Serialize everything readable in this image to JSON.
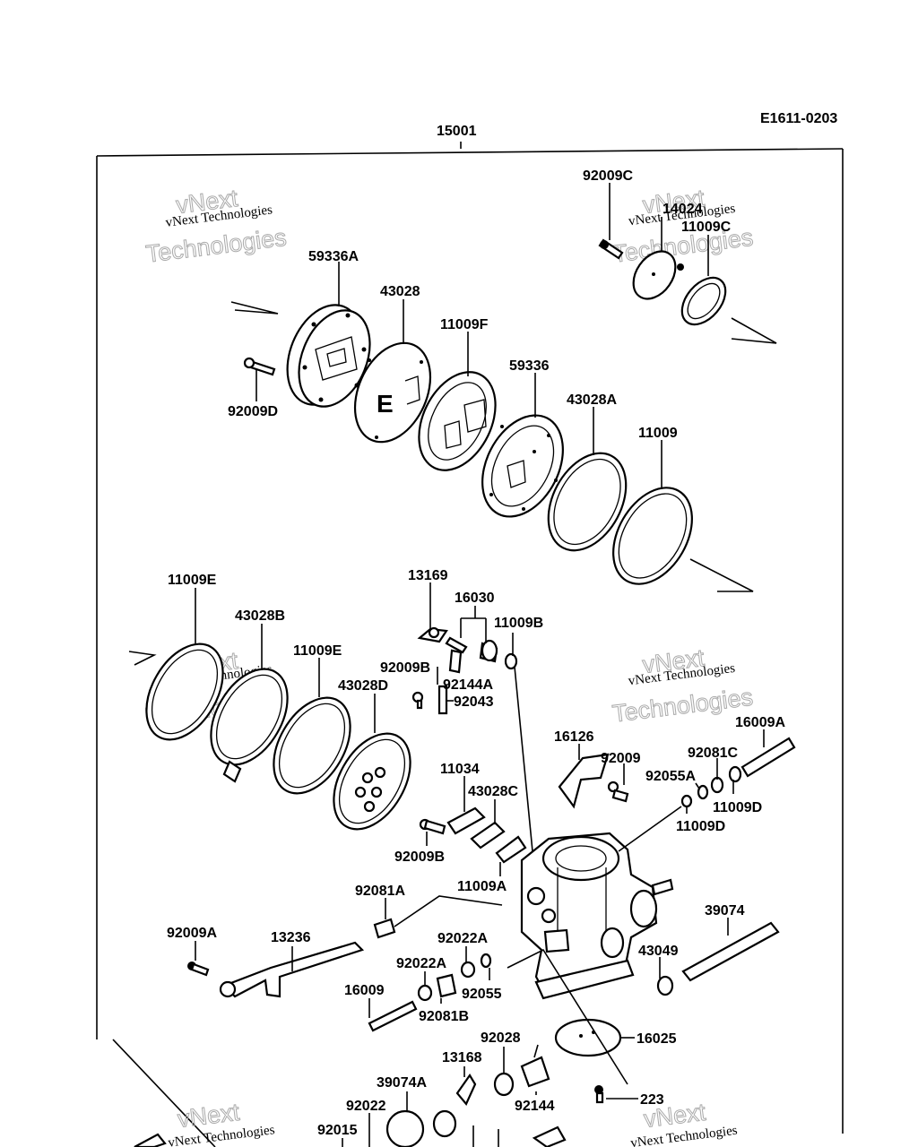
{
  "diagram": {
    "code": "E1611-0203",
    "assembly": "15001",
    "watermark": {
      "small": "vNext Technologies",
      "big_top": "vNext",
      "big_bottom": "Technologies"
    },
    "diaphragm_letter": "E",
    "parts": [
      {
        "id": "p-92009C",
        "text": "92009C"
      },
      {
        "id": "p-14024",
        "text": "14024"
      },
      {
        "id": "p-11009C",
        "text": "11009C"
      },
      {
        "id": "p-59336A",
        "text": "59336A"
      },
      {
        "id": "p-43028",
        "text": "43028"
      },
      {
        "id": "p-11009F",
        "text": "11009F"
      },
      {
        "id": "p-59336",
        "text": "59336"
      },
      {
        "id": "p-43028A",
        "text": "43028A"
      },
      {
        "id": "p-11009",
        "text": "11009"
      },
      {
        "id": "p-92009D",
        "text": "92009D"
      },
      {
        "id": "p-11009E-a",
        "text": "11009E"
      },
      {
        "id": "p-43028B",
        "text": "43028B"
      },
      {
        "id": "p-11009E-b",
        "text": "11009E"
      },
      {
        "id": "p-43028D",
        "text": "43028D"
      },
      {
        "id": "p-13169",
        "text": "13169"
      },
      {
        "id": "p-16030",
        "text": "16030"
      },
      {
        "id": "p-11009B",
        "text": "11009B"
      },
      {
        "id": "p-92009B-a",
        "text": "92009B"
      },
      {
        "id": "p-92144A",
        "text": "92144A"
      },
      {
        "id": "p-92043",
        "text": "92043"
      },
      {
        "id": "p-16126",
        "text": "16126"
      },
      {
        "id": "p-92009",
        "text": "92009"
      },
      {
        "id": "p-16009A",
        "text": "16009A"
      },
      {
        "id": "p-92081C",
        "text": "92081C"
      },
      {
        "id": "p-92055A",
        "text": "92055A"
      },
      {
        "id": "p-11009D-a",
        "text": "11009D"
      },
      {
        "id": "p-11009D-b",
        "text": "11009D"
      },
      {
        "id": "p-11034",
        "text": "11034"
      },
      {
        "id": "p-43028C",
        "text": "43028C"
      },
      {
        "id": "p-92009B-b",
        "text": "92009B"
      },
      {
        "id": "p-11009A",
        "text": "11009A"
      },
      {
        "id": "p-92081A",
        "text": "92081A"
      },
      {
        "id": "p-39074",
        "text": "39074"
      },
      {
        "id": "p-92009A",
        "text": "92009A"
      },
      {
        "id": "p-13236",
        "text": "13236"
      },
      {
        "id": "p-92022A-a",
        "text": "92022A"
      },
      {
        "id": "p-92022A-b",
        "text": "92022A"
      },
      {
        "id": "p-43049",
        "text": "43049"
      },
      {
        "id": "p-92055",
        "text": "92055"
      },
      {
        "id": "p-16009",
        "text": "16009"
      },
      {
        "id": "p-92081B",
        "text": "92081B"
      },
      {
        "id": "p-16025",
        "text": "16025"
      },
      {
        "id": "p-92028",
        "text": "92028"
      },
      {
        "id": "p-13168",
        "text": "13168"
      },
      {
        "id": "p-92144",
        "text": "92144"
      },
      {
        "id": "p-223",
        "text": "223"
      },
      {
        "id": "p-39074A",
        "text": "39074A"
      },
      {
        "id": "p-92022",
        "text": "92022"
      },
      {
        "id": "p-92015",
        "text": "92015"
      }
    ]
  }
}
